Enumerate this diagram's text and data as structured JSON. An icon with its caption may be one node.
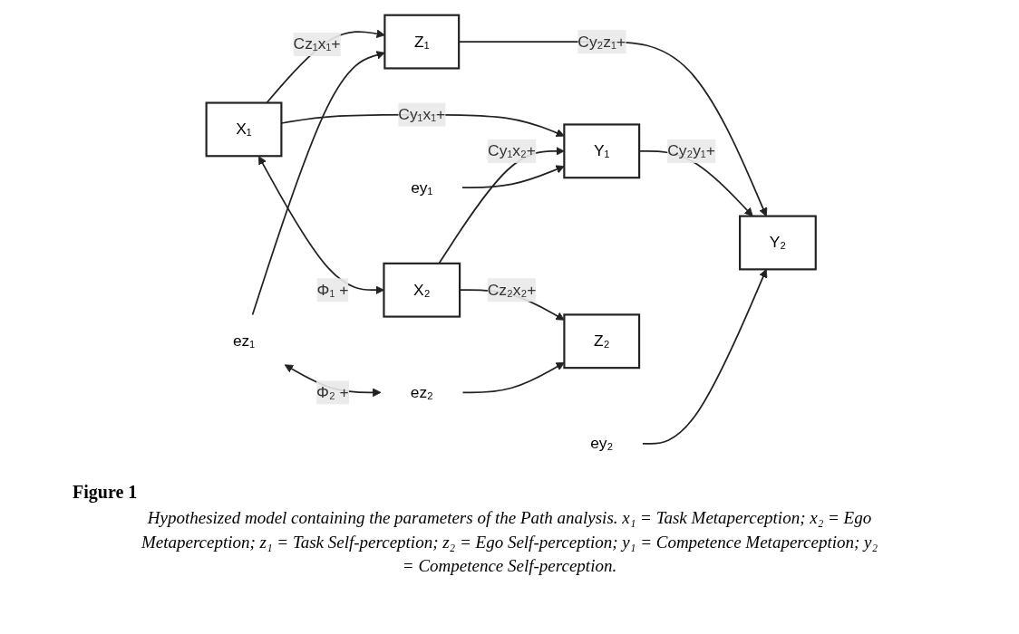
{
  "diagram": {
    "title": "Figure 1",
    "caption": "Hypothesized model containing the parameters of the Path analysis. x₁ = Task Metaperception; x₂ = Ego Metaperception; z₁ = Task Self-perception; z₂ = Ego Self-perception; y₁ = Competence Metaperception; y₂ = Competence Self-perception.",
    "nodes": [
      {
        "text": [
          "X₁"
        ]
      },
      {
        "text": [
          "Z₁"
        ]
      },
      {
        "text": [
          "ey₁"
        ]
      },
      {
        "text": [
          "Y₁"
        ]
      },
      {
        "text": [
          "ez₁"
        ]
      },
      {
        "text": [
          "ey₂"
        ]
      },
      {
        "text": [
          "Y₂"
        ]
      },
      {
        "text": [
          "ez₂"
        ]
      },
      {
        "text": [
          "X₂"
        ]
      },
      {
        "text": [
          "Z₂"
        ]
      }
    ],
    "edges": [
      {
        "from": 0,
        "to": 1,
        "arrow": "to",
        "label": "Cz₁x₁+"
      },
      {
        "from": 0,
        "to": 3,
        "arrow": "to",
        "label": "Cy₁x₁+"
      },
      {
        "from": 8,
        "to": 3,
        "arrow": "to",
        "label": "Cy₁x₂+"
      },
      {
        "from": 8,
        "to": 9,
        "arrow": "to",
        "label": "Cz₂x₂+"
      },
      {
        "from": 1,
        "to": 6,
        "arrow": "to",
        "label": "Cy₂z₁+"
      },
      {
        "from": 3,
        "to": 6,
        "arrow": "to",
        "label": "Cy₂y₁+"
      },
      {
        "from": 0,
        "to": 8,
        "arrow": "both",
        "label": "Φ₁ +"
      },
      {
        "from": 2,
        "to": 3,
        "arrow": "to"
      },
      {
        "from": 4,
        "to": 1,
        "arrow": "to"
      },
      {
        "from": 7,
        "to": 9,
        "arrow": "to"
      },
      {
        "from": 5,
        "to": 6,
        "arrow": "to"
      },
      {
        "from": 4,
        "to": 7,
        "arrow": "both",
        "label": "Φ₂ +"
      }
    ]
  }
}
